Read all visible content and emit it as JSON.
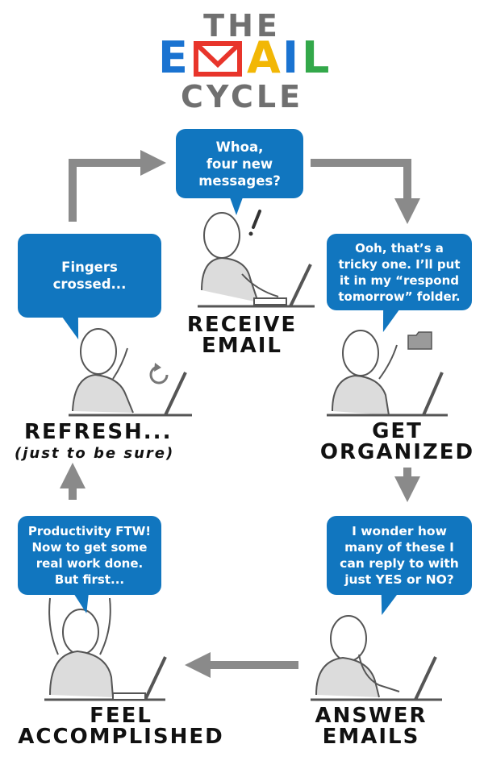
{
  "title": {
    "line1": "THE",
    "email_letters": [
      {
        "char": "E",
        "color": "#1a73d1"
      },
      {
        "char": "M",
        "color": "#e8352b"
      },
      {
        "char": "A",
        "color": "#f2b705"
      },
      {
        "char": "I",
        "color": "#1a73d1"
      },
      {
        "char": "L",
        "color": "#33a84a"
      }
    ],
    "line3": "CYCLE"
  },
  "stages": [
    {
      "id": "receive",
      "label": "RECEIVE\nEMAIL",
      "bubble": "Whoa,\nfour new\nmessages?"
    },
    {
      "id": "organize",
      "label": "GET\nORGANIZED",
      "bubble": "Ooh, that’s a\ntricky one. I’ll put\nit in my “respond\ntomorrow” folder."
    },
    {
      "id": "answer",
      "label": "ANSWER\nEMAILS",
      "bubble": "I wonder how\nmany of these I\ncan reply to with\njust YES or NO?"
    },
    {
      "id": "accomplished",
      "label": "FEEL\nACCOMPLISHED",
      "bubble": "Productivity FTW!\nNow to get some\nreal work done.\nBut first..."
    },
    {
      "id": "refresh",
      "label": "REFRESH...",
      "sublabel": "(just to be sure)",
      "bubble": "Fingers\ncrossed..."
    }
  ],
  "colors": {
    "bubble": "#1176bf",
    "arrow": "#8a8a8a",
    "title_gray": "#707070",
    "figure_stroke": "#555555"
  },
  "icons": [
    "exclamation-icon",
    "folder-icon",
    "refresh-icon"
  ]
}
